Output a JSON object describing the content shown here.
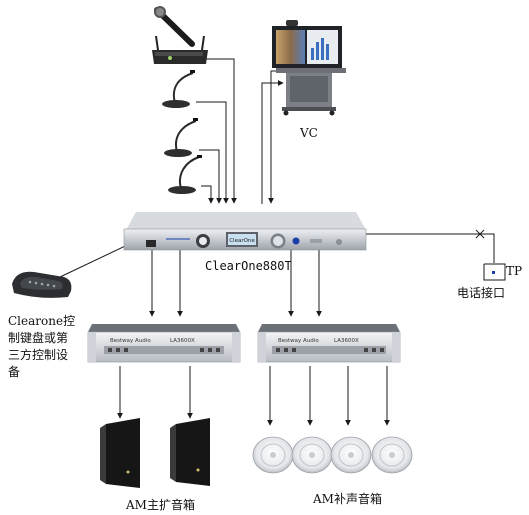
{
  "labels": {
    "vc": "VC",
    "mixer": "ClearOne880T",
    "keypad": "Clearone控制键盘或第三方控制设备",
    "phone_port": "电话接口",
    "tp": "TP",
    "main_speakers": "AM主扩音箱",
    "fill_speakers": "AM补声音箱"
  },
  "device_text": {
    "mixer_brand": "ClearOne",
    "amp_brand": "Bestway Audio",
    "amp_model": "LA3600X"
  },
  "colors": {
    "line": "#1a1a1a",
    "device_silver": "#c9ccd1",
    "speaker_black": "#161616",
    "accent_blue": "#1c3fa8"
  }
}
